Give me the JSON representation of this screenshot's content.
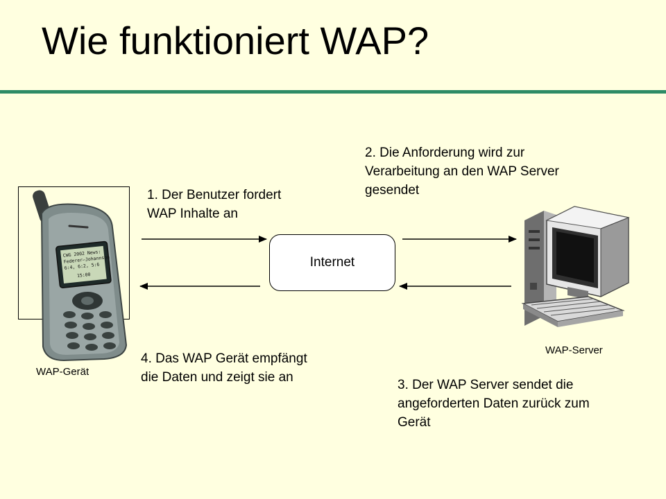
{
  "slide": {
    "title": "Wie funktioniert WAP?",
    "accent_color": "#2E8B66",
    "background_color": "#FFFFE0"
  },
  "diagram": {
    "internet_label": "Internet",
    "device_label": "WAP-Gerät",
    "server_label": "WAP-Server",
    "step1": [
      "1. Der Benutzer fordert",
      "WAP Inhalte an"
    ],
    "step2": [
      "2. Die Anforderung wird zur",
      "Verarbeitung an den WAP Server",
      "gesendet"
    ],
    "step3": [
      "3. Der WAP Server sendet die",
      "angeforderten Daten zurück zum",
      "Gerät"
    ],
    "step4": [
      "4. Das WAP Gerät empfängt",
      "die Daten und zeigt sie an"
    ],
    "phone_screen": [
      "CWG 2002 News:",
      "Federer–Johannson",
      "6:4, 6:2, 5:6",
      "15:00"
    ],
    "icons": [
      "mobile-phone-icon",
      "desktop-computer-icon"
    ]
  }
}
